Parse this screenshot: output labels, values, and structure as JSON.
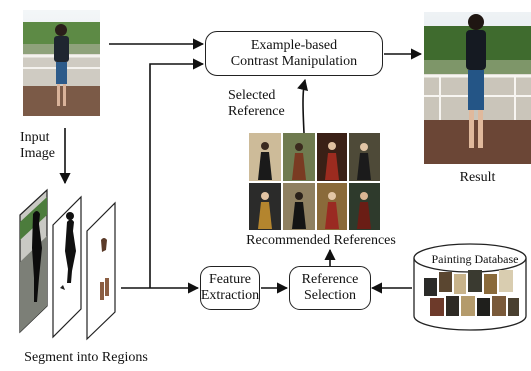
{
  "labels": {
    "input_image": [
      "Input",
      "Image"
    ],
    "segment": "Segment into Regions",
    "result": "Result",
    "selected_reference": [
      "Selected",
      "Reference"
    ],
    "recommended_references": "Recommended References"
  },
  "boxes": {
    "contrast": [
      "Example-based",
      "Contrast Manipulation"
    ],
    "feature": [
      "Feature",
      "Extraction"
    ],
    "reference": [
      "Reference",
      "Selection"
    ]
  },
  "database": {
    "label": "Painting Database"
  },
  "colors": {
    "line": "#111111",
    "photo_sky": "#e9eef2",
    "photo_trees": "#4f7b3c",
    "photo_floor": "#7a5645",
    "railing": "#dddad2",
    "painting_bg_dark": "#2b2b2a",
    "painting_bg_warm": "#8a6a3a"
  },
  "icons": {
    "input_photo": "photo-of-person-icon",
    "result_photo": "enhanced-photo-icon",
    "masks": "segmentation-mask-icon",
    "paintings": "painting-thumbnail-icon",
    "database": "database-cylinder-icon"
  }
}
